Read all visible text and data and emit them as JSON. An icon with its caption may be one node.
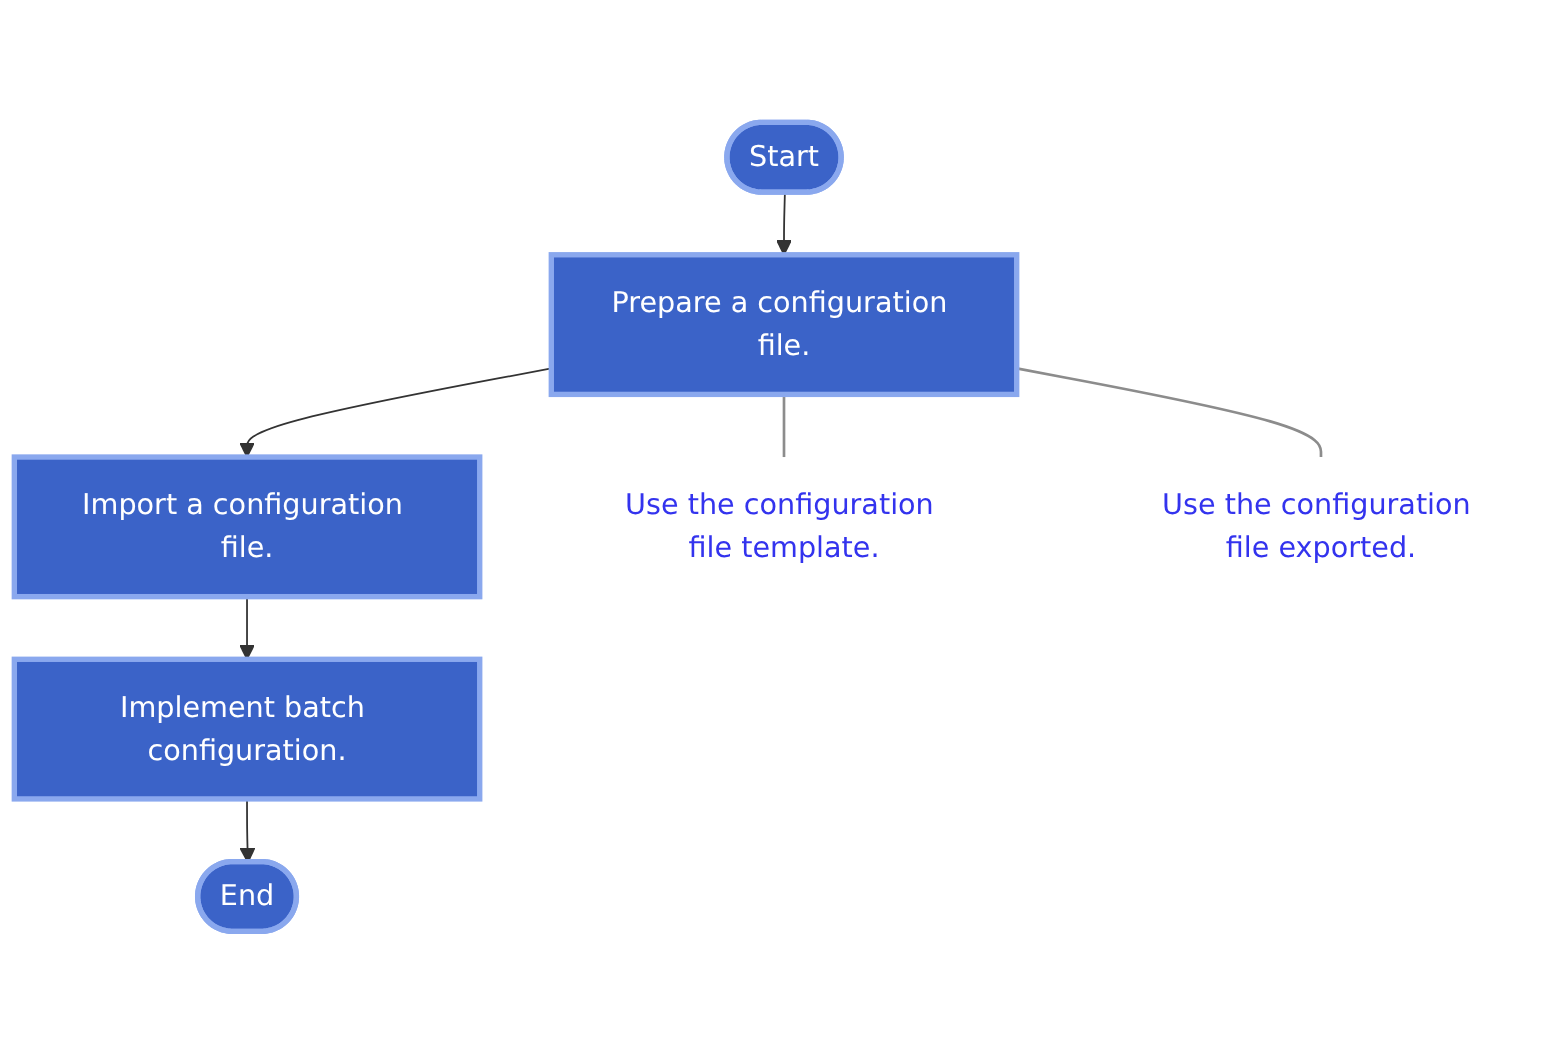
{
  "diagram": {
    "nodes": [
      {
        "text": [
          "Start"
        ]
      },
      {
        "text": [
          "Prepare a configuration file."
        ]
      },
      {
        "text": [
          "Import a configuration file."
        ]
      },
      {
        "text": [
          "Implement batch configuration."
        ]
      },
      {
        "text": [
          "End"
        ]
      },
      {
        "text": [
          "Use the configuration file template."
        ]
      },
      {
        "text": [
          "Use the configuration file exported."
        ]
      }
    ],
    "edges": [
      {
        "from": 0,
        "to": 1,
        "arrow": "to"
      },
      {
        "from": 1,
        "to": 2,
        "arrow": "to"
      },
      {
        "from": 2,
        "to": 3,
        "arrow": "to"
      },
      {
        "from": 3,
        "to": 4,
        "arrow": "to"
      },
      {
        "from": 1,
        "to": 5,
        "arrow": "none",
        "color": "#8c8c8c"
      },
      {
        "from": 1,
        "to": 6,
        "arrow": "none",
        "color": "#8c8c8c"
      }
    ]
  }
}
